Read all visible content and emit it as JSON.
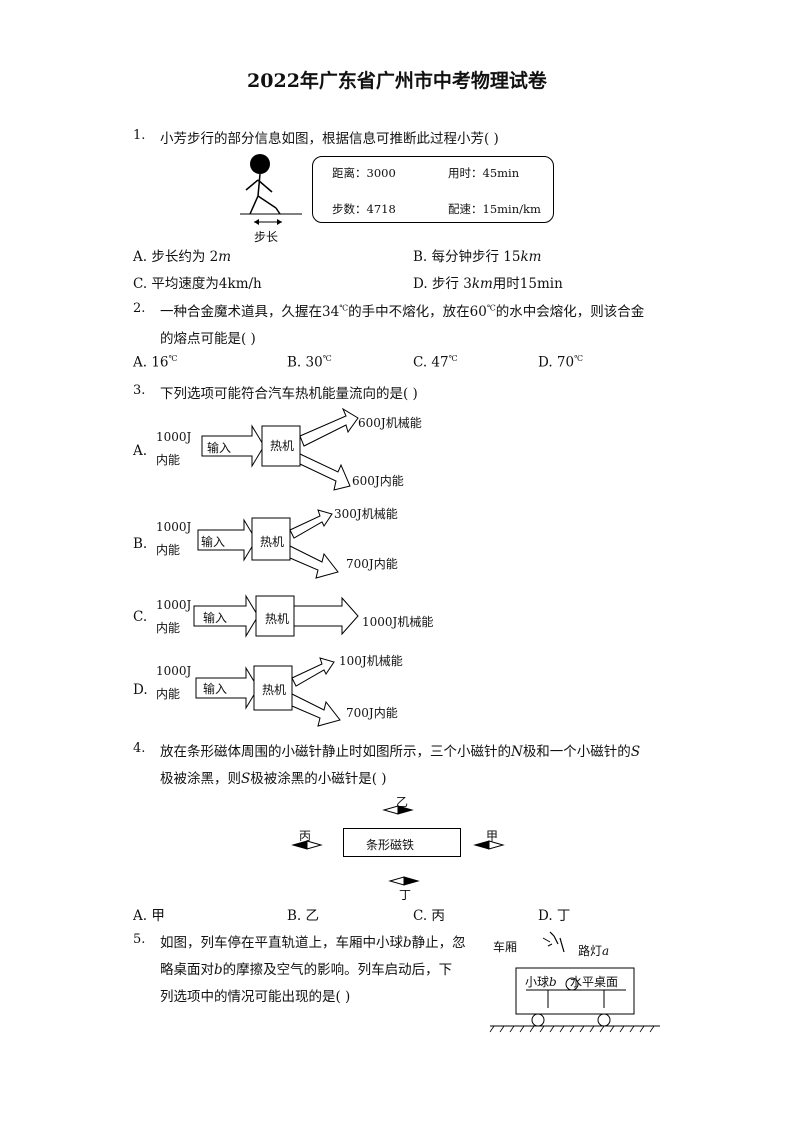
{
  "title": "2022年广东省广州市中考物理试卷",
  "q1": {
    "num": "1.",
    "stem": "小芳步行的部分信息如图，根据信息可推断此过程小芳(    )",
    "info": {
      "distance": "距离：3000",
      "time": "用时：45min",
      "steps": "步数：4718",
      "pace": "配速：15min/km"
    },
    "step_label": "步长",
    "A_pre": "A. 步长约为 2",
    "A_unit": "m",
    "B_pre": "B. 每分钟步行 15",
    "B_unit": "km",
    "C": "C. 平均速度为4km/h",
    "D_pre": "D. 步行 3",
    "D_unit": "km",
    "D_post": "用时15min"
  },
  "q2": {
    "num": "2.",
    "line1": "一种合金魔术道具，久握在34",
    "line1b": "的手中不熔化，放在60",
    "line1c": "的水中会熔化，则该合金",
    "line2": "的熔点可能是(    )",
    "deg": "℃",
    "A": "A. 16",
    "B": "B. 30",
    "C": "C. 47",
    "D": "D. 70"
  },
  "q3": {
    "num": "3.",
    "stem": "下列选项可能符合汽车热机能量流向的是(    )",
    "input_energy": "1000J",
    "input_kind": "内能",
    "input_label": "输入",
    "engine": "热机",
    "A": {
      "letter": "A.",
      "out1": "600J机械能",
      "out2": "600J内能"
    },
    "B": {
      "letter": "B.",
      "out1": "300J机械能",
      "out2": "700J内能"
    },
    "C": {
      "letter": "C.",
      "out1": "1000J机械能"
    },
    "D": {
      "letter": "D.",
      "out1": "100J机械能",
      "out2": "700J内能"
    }
  },
  "q4": {
    "num": "4.",
    "line1_pre": "放在条形磁体周围的小磁针静止时如图所示，三个小磁针的",
    "N": "N",
    "line1_post": "极和一个小磁针的",
    "S": "S",
    "line2_pre": "极被涂黑，则",
    "line2_post": "极被涂黑的小磁针是(    )",
    "magnet": "条形磁铁",
    "yi": "乙",
    "bing": "丙",
    "jia": "甲",
    "ding": "丁",
    "A": "A. 甲",
    "B": "B. 乙",
    "C": "C. 丙",
    "D": "D. 丁"
  },
  "q5": {
    "num": "5.",
    "line1_pre": "如图，列车停在平直轨道上，车厢中小球",
    "b": "b",
    "line1_post": "静止，忽",
    "line2_pre": "略桌面对",
    "line2_post": "的摩擦及空气的影响。列车启动后，下",
    "line3": "列选项中的情况可能出现的是(    )",
    "carriage": "车厢",
    "lamp": "路灯",
    "a": "a",
    "ball": "小球",
    "table": "水平桌面"
  }
}
